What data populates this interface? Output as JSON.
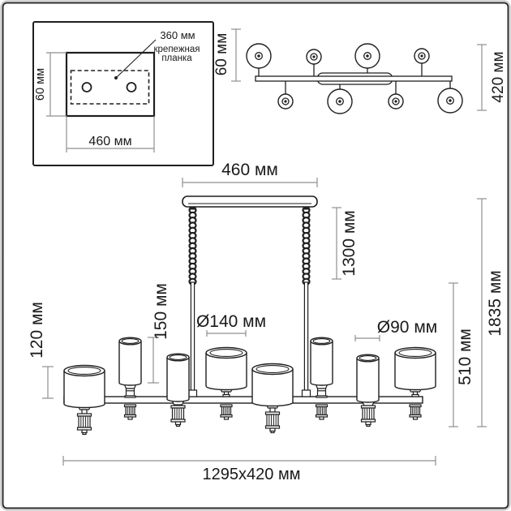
{
  "title": "chandelier-dimension-diagram",
  "colors": {
    "outline": "#1f1f1f",
    "dimension_line": "#8f8f8f",
    "text": "#1a1a1a",
    "background": "#ffffff"
  },
  "inset": {
    "dim_plate_width": "360 мм",
    "plate_label": [
      "крепежная",
      "планка"
    ],
    "dim_height": "60 мм",
    "dim_width": "460 мм"
  },
  "top_view": {
    "dim_offset": "60 мм",
    "dim_depth": "420 мм"
  },
  "front_view": {
    "dim_canopy_width": "460 мм",
    "dim_chain_length": "1300 мм",
    "dim_shade_tall_height": "150 мм",
    "dim_shade_wide_height": "120 мм",
    "dim_shade_wide_diameter": "Ø140 мм",
    "dim_shade_narrow_diameter": "Ø90 мм",
    "dim_body_height": "510 мм",
    "dim_total_height": "1835 мм",
    "dim_overall": "1295x420 мм"
  }
}
